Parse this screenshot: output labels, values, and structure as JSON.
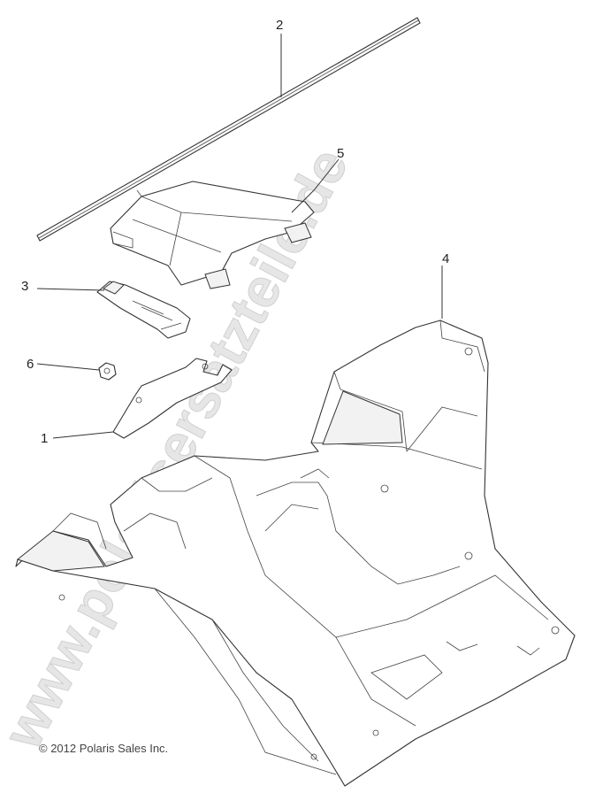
{
  "watermark": "www.polarisersatzteile.de",
  "copyright": "© 2012 Polaris Sales Inc.",
  "callouts": [
    {
      "id": "1",
      "label": "1"
    },
    {
      "id": "2",
      "label": "2"
    },
    {
      "id": "3",
      "label": "3"
    },
    {
      "id": "4",
      "label": "4"
    },
    {
      "id": "5",
      "label": "5"
    },
    {
      "id": "6",
      "label": "6"
    }
  ]
}
